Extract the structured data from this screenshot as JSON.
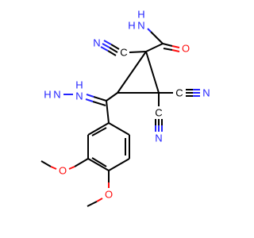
{
  "molecule": {
    "colors": {
      "bond": "#000000",
      "nitrogen": "#2323ff",
      "oxygen": "#ff0d0d",
      "background": "#ffffff"
    },
    "labels": {
      "amide_nh2_n": "N",
      "amide_nh2_h": "H",
      "amide_nh2_h2": "H",
      "amide_o": "O",
      "nitrile_top_c": "C",
      "nitrile_top_n": "N",
      "nitrile_right_c": "C",
      "nitrile_right_n": "N",
      "nitrile_bottom_c": "C",
      "nitrile_bottom_n": "N",
      "hydrazone_n1": "N",
      "hydrazone_h": "H",
      "hydrazone_n2": "N",
      "hydrazone_h2": "H",
      "methoxy1_o": "O",
      "methoxy2_o": "O"
    }
  }
}
